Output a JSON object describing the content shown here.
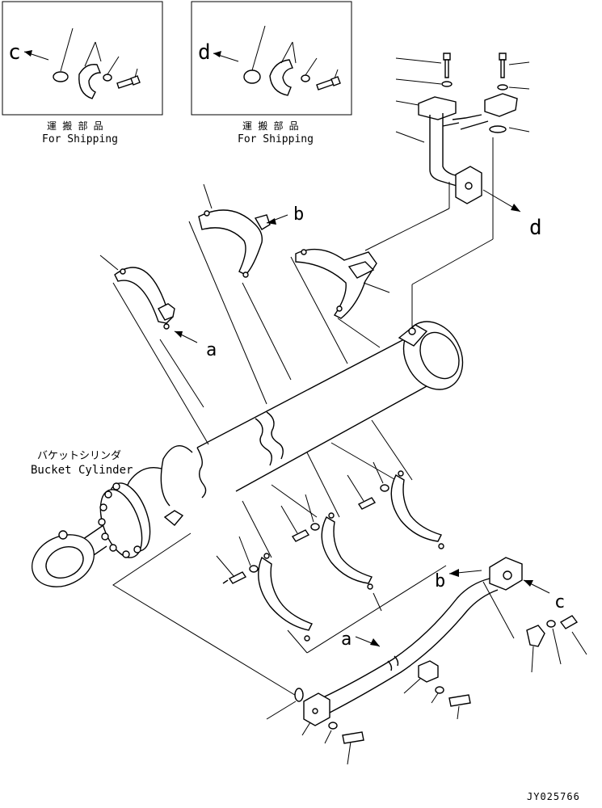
{
  "shipping_box_left": {
    "callout": "c",
    "label_jp": "運 搬 部 品",
    "label_en": "For Shipping"
  },
  "shipping_box_right": {
    "callout": "d",
    "label_jp": "運 搬 部 品",
    "label_en": "For Shipping"
  },
  "cylinder": {
    "label_jp": "バケットシリンダ",
    "label_en": "Bucket Cylinder"
  },
  "callouts": {
    "a_upper": "a",
    "a_lower": "a",
    "b_upper": "b",
    "b_lower": "b",
    "c_lower": "c",
    "d_upper": "d"
  },
  "drawing_number": "JY025766"
}
